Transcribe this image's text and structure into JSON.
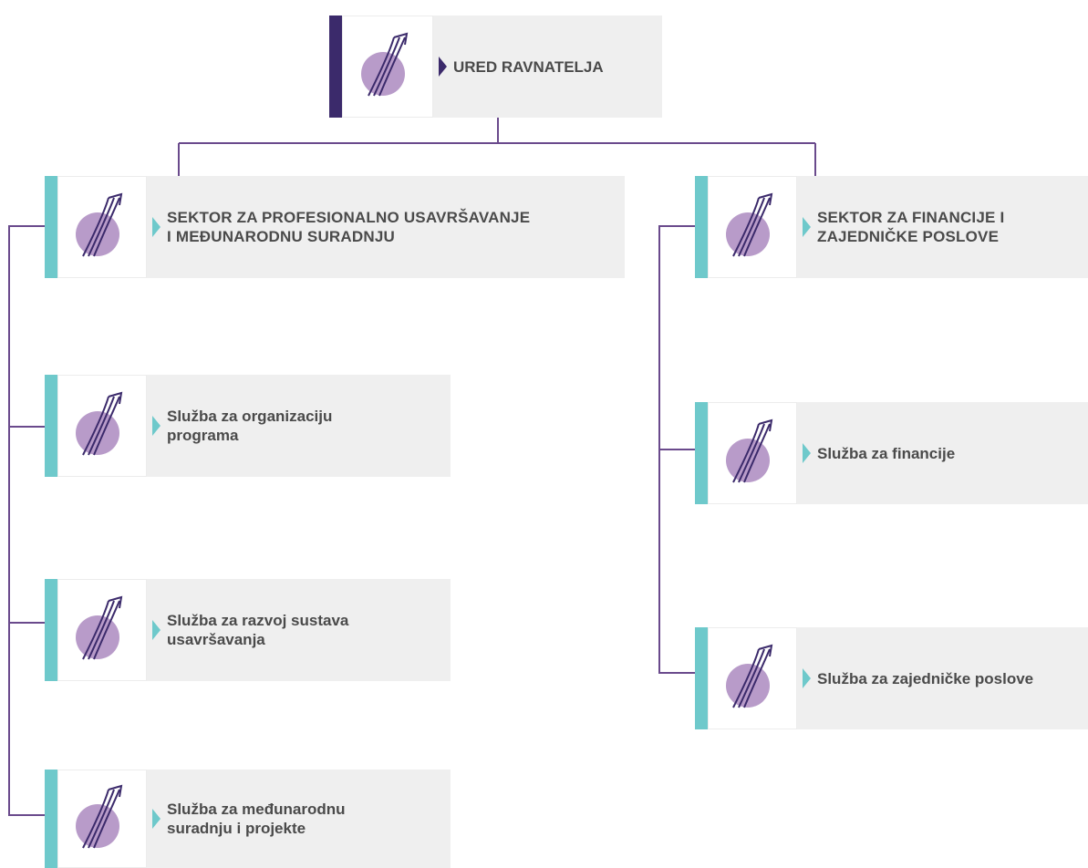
{
  "colors": {
    "connector": "#6a4a8c",
    "top_accent": "#3b2a6b",
    "teal_accent": "#6ec9cb",
    "box_bg": "#efefef",
    "logo_purple": "#b89bc9",
    "logo_stroke": "#3b2a6b"
  },
  "icons": {
    "logo": "stylized-swoosh-logo-icon"
  },
  "chart_data": {
    "type": "org-chart",
    "root": "URED RAVNATELJA",
    "children": [
      {
        "name": "SEKTOR ZA PROFESIONALNO USAVRŠAVANJE I MEĐUNARODNU SURADNJU",
        "children": [
          "Služba za organizaciju programa",
          "Služba za razvoj sustava usavršavanja",
          "Služba za međunarodnu suradnju i projekte"
        ]
      },
      {
        "name": "SEKTOR ZA FINANCIJE I ZAJEDNIČKE POSLOVE",
        "children": [
          "Služba za financije",
          "Služba za zajedničke poslove"
        ]
      }
    ]
  },
  "nodes": {
    "root": {
      "label": "URED RAVNATELJA"
    },
    "sector_left": {
      "label": "SEKTOR ZA PROFESIONALNO USAVRŠAVANJE\nI MEĐUNARODNU SURADNJU"
    },
    "sector_right": {
      "label": "SEKTOR ZA FINANCIJE I\nZAJEDNIČKE POSLOVE"
    },
    "left_1": {
      "label": "Služba za organizaciju\nprograma"
    },
    "left_2": {
      "label": "Služba za razvoj sustava\nusavršavanja"
    },
    "left_3": {
      "label": "Služba za međunarodnu\nsuradnju i projekte"
    },
    "right_1": {
      "label": "Služba za financije"
    },
    "right_2": {
      "label": "Služba za zajedničke poslove"
    }
  }
}
